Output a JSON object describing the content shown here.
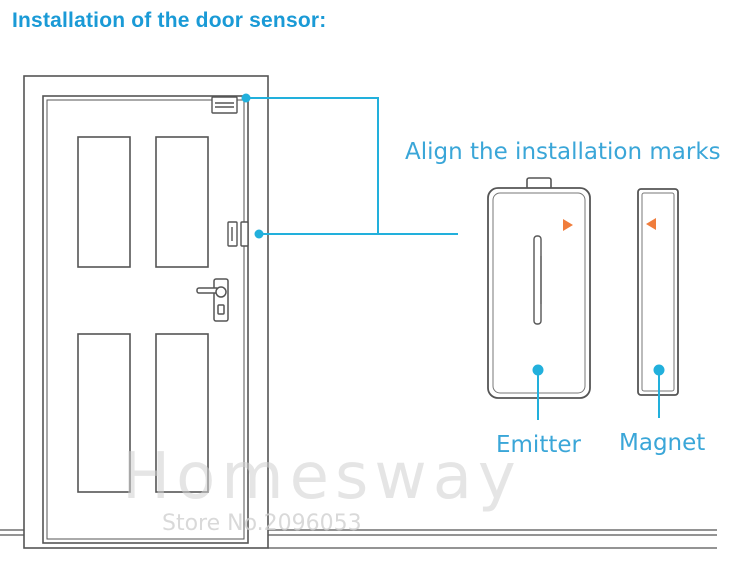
{
  "title": "Installation of the door sensor:",
  "labels": {
    "align": "Align the installation marks",
    "emitter": "Emitter",
    "magnet": "Magnet"
  },
  "watermark": {
    "brand": "Homesway",
    "store": "Store No.2096053"
  },
  "colors": {
    "title": "#1a9ad6",
    "callout": "#22b0dc",
    "label": "#3aa6d8",
    "outline": "#555555",
    "mark": "#f07d3c",
    "watermark": "#d0d0d0"
  },
  "icons": {
    "alignment_mark": "triangle-arrow-icon",
    "callout_point": "dot-icon"
  }
}
